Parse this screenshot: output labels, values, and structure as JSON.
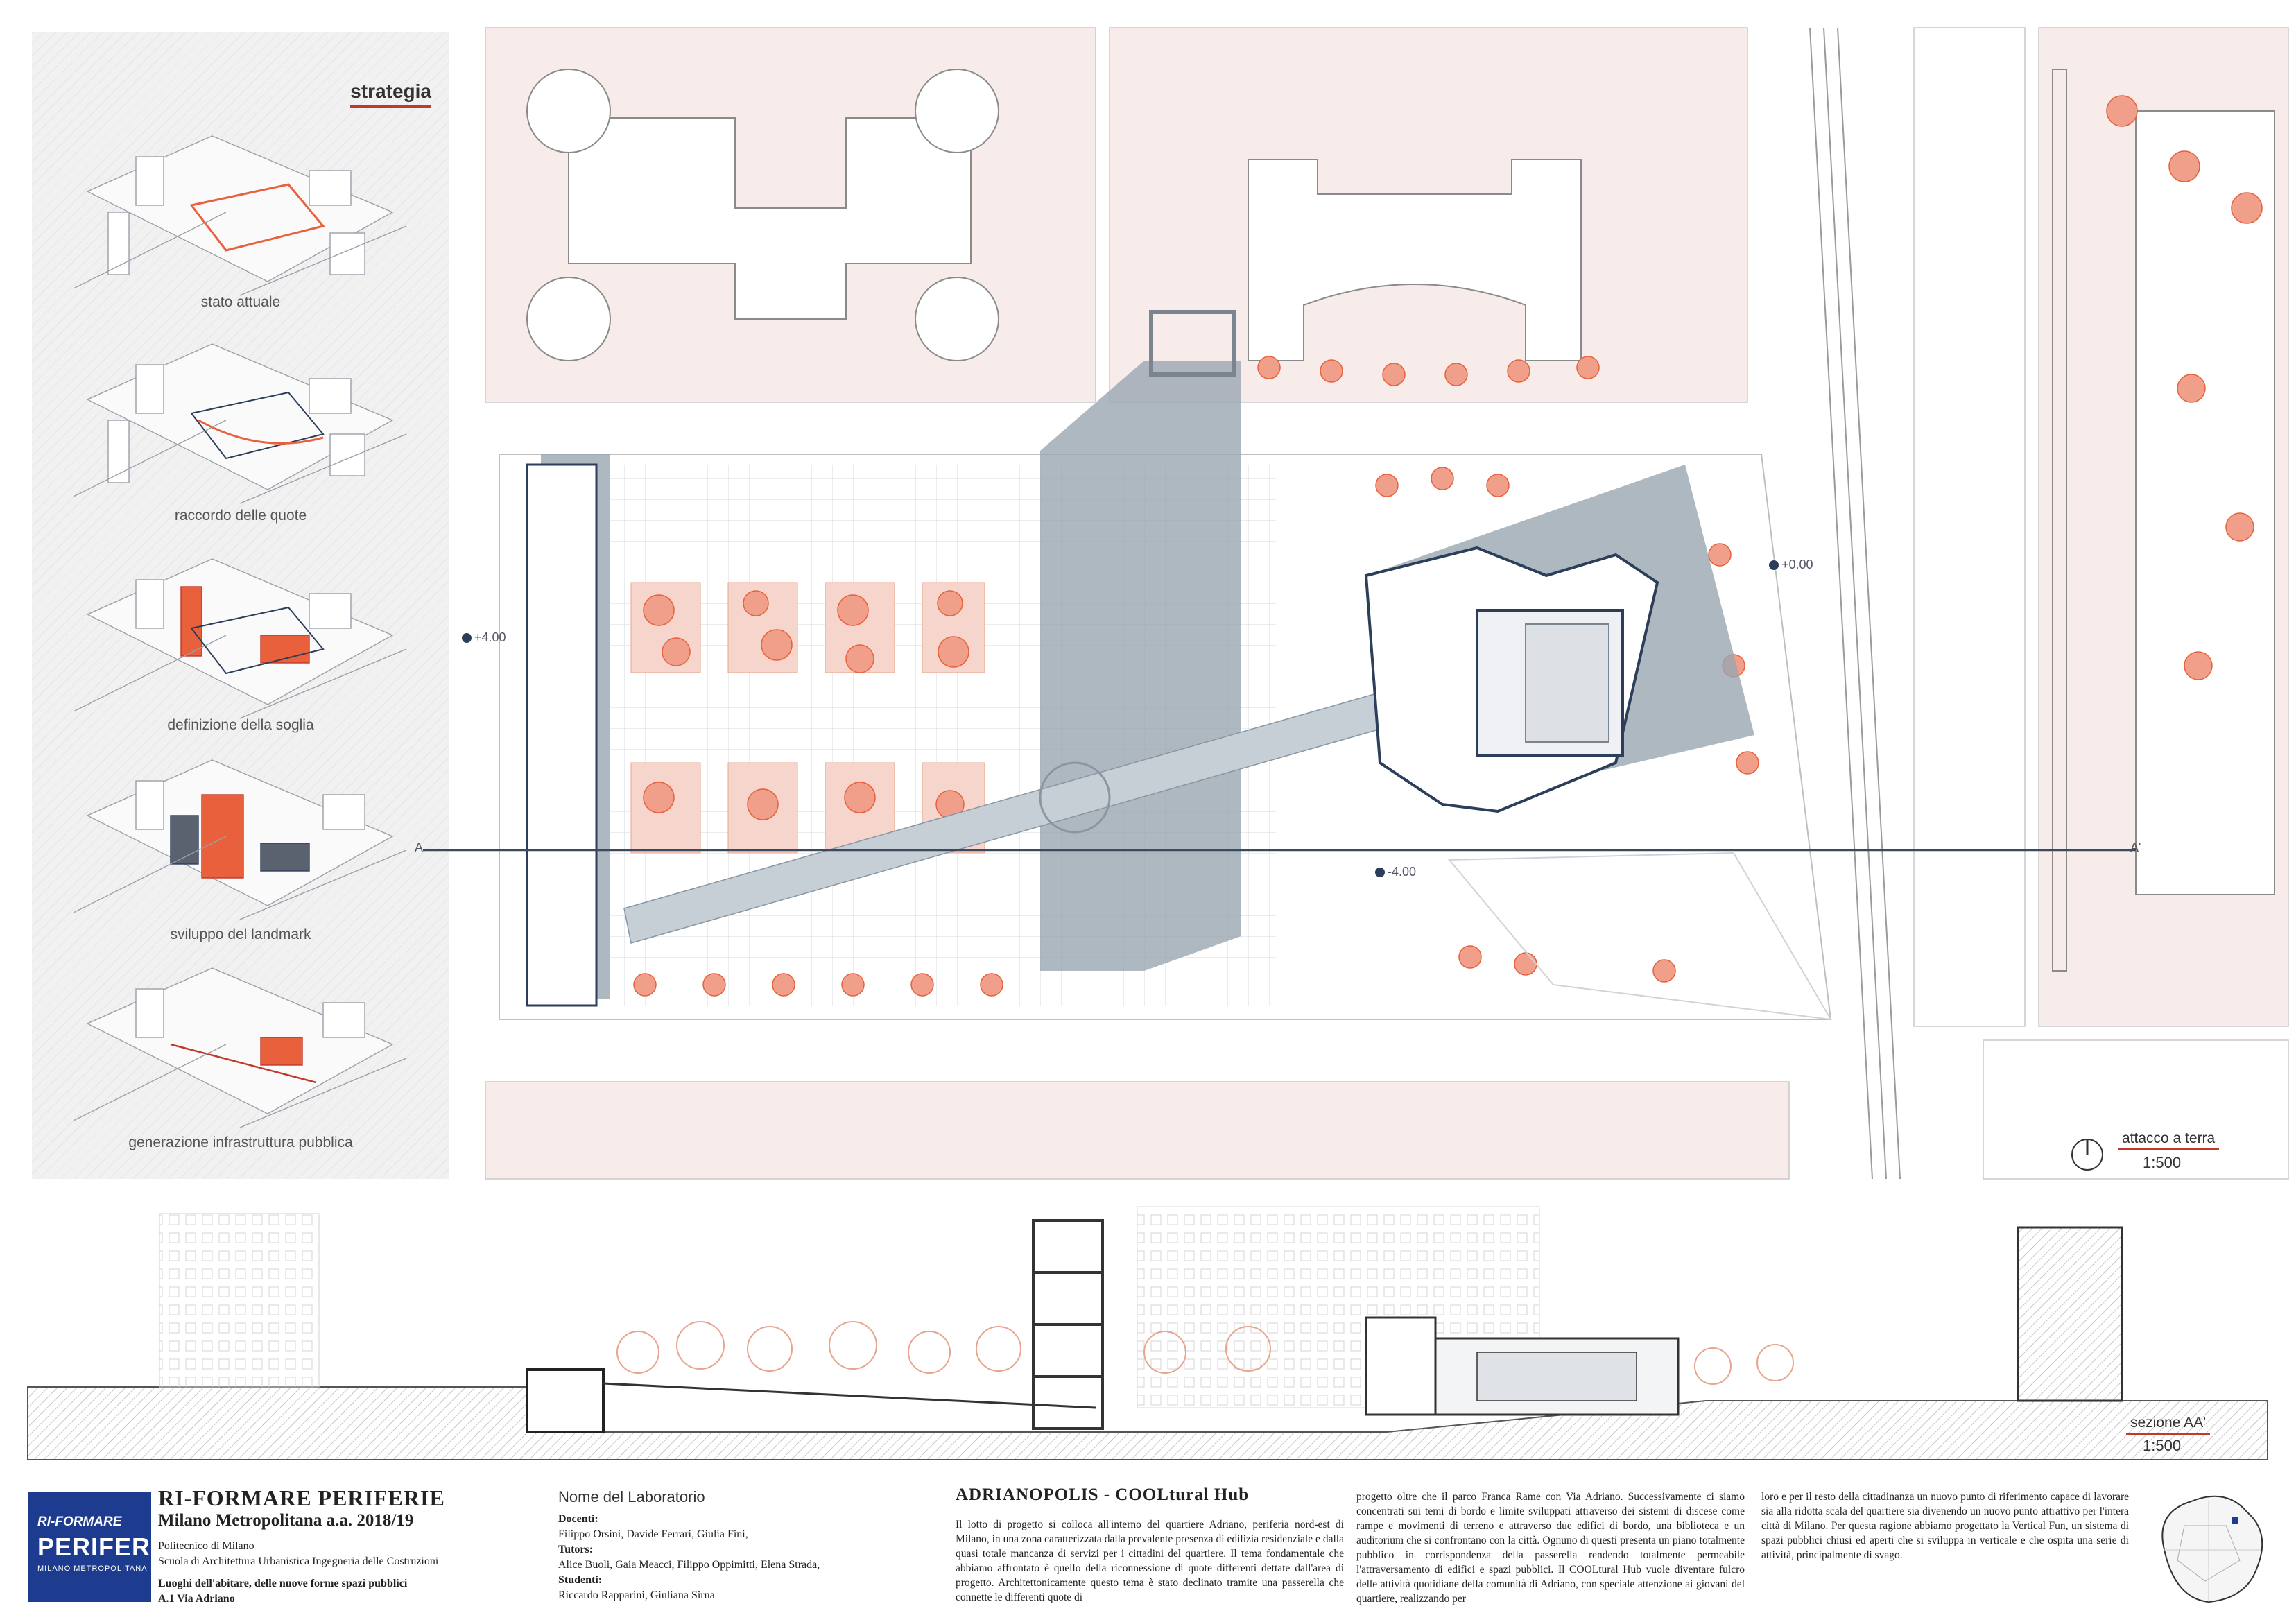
{
  "strategy": {
    "title": "strategia",
    "steps": [
      {
        "label": "stato attuale"
      },
      {
        "label": "raccordo delle quote"
      },
      {
        "label": "definizione della soglia"
      },
      {
        "label": "sviluppo del landmark"
      },
      {
        "label": "generazione infrastruttura pubblica"
      }
    ]
  },
  "plan": {
    "elev_left": "+4.00",
    "elev_mid": "-4.00",
    "elev_right": "+0.00",
    "section_a": "A",
    "section_a2": "A'",
    "scale_title": "attacco a terra",
    "scale_value": "1:500"
  },
  "section": {
    "scale_title": "sezione AA'",
    "scale_value": "1:500"
  },
  "footer": {
    "logo_top": "RI-FORMARE",
    "logo_main": "PERIFERIE",
    "logo_sub": "MILANO METROPOLITANA",
    "title": "RI-FORMARE PERIFERIE",
    "subtitle": "Milano Metropolitana a.a. 2018/19",
    "school1": "Politecnico di Milano",
    "school2": "Scuola di Architettura Urbanistica Ingegneria delle Costruzioni",
    "theme": "Luoghi dell'abitare, delle nuove forme spazi pubblici",
    "area": "A.1 Via Adriano",
    "lab_title": "Nome del Laboratorio",
    "docenti_label": "Docenti:",
    "docenti": "Filippo Orsini, Davide Ferrari, Giulia Fini,",
    "tutors_label": "Tutors:",
    "tutors": "Alice Buoli, Gaia Meacci, Filippo Oppimitti, Elena Strada,",
    "studenti_label": "Studenti:",
    "studenti": "Riccardo Rapparini, Giuliana Sirna",
    "project_title": "ADRIANOPOLIS - COOLtural Hub",
    "text_col1": "Il lotto di progetto si colloca all'interno del quartiere Adriano, periferia nord-est di Milano, in una zona caratterizzata dalla prevalente presenza di edilizia residenziale e dalla quasi totale mancanza di servizi per i cittadini del quartiere. Il tema fondamentale che abbiamo affrontato è quello della riconnessione di quote differenti dettate dall'area di progetto. Architettonicamente questo tema è stato declinato tramite una passerella che connette le differenti quote di",
    "text_col2": "progetto oltre che il parco Franca Rame con Via Adriano. Successivamente ci siamo concentrati sui temi di bordo e limite sviluppati attraverso dei sistemi di discese come rampe e movimenti di terreno e attraverso due edifici di bordo, una biblioteca e un auditorium che si confrontano con la città. Ognuno di questi presenta un piano totalmente pubblico in corrispondenza della passerella rendendo totalmente permeabile l'attraversamento di edifici e spazi pubblici. Il COOLtural Hub vuole diventare fulcro delle attività quotidiane della comunità di Adriano, con speciale attenzione ai giovani del quartiere, realizzando per",
    "text_col3": "loro e per il resto della cittadinanza un nuovo punto di riferimento capace di lavorare sia alla ridotta scala del quartiere sia divenendo un nuovo punto attrattivo per l'intera città di Milano. Per questa ragione abbiamo progettato la Vertical Fun, un sistema di spazi pubblici chiusi ed aperti che si sviluppa in verticale e che ospita una serie di attività, principalmente di svago."
  },
  "colors": {
    "accent_red": "#e8603c",
    "shadow_blue": "#9aa6b2",
    "outline_navy": "#2c3e5a",
    "block_pink": "#f7ecea",
    "logo_blue": "#1d3b8f"
  }
}
